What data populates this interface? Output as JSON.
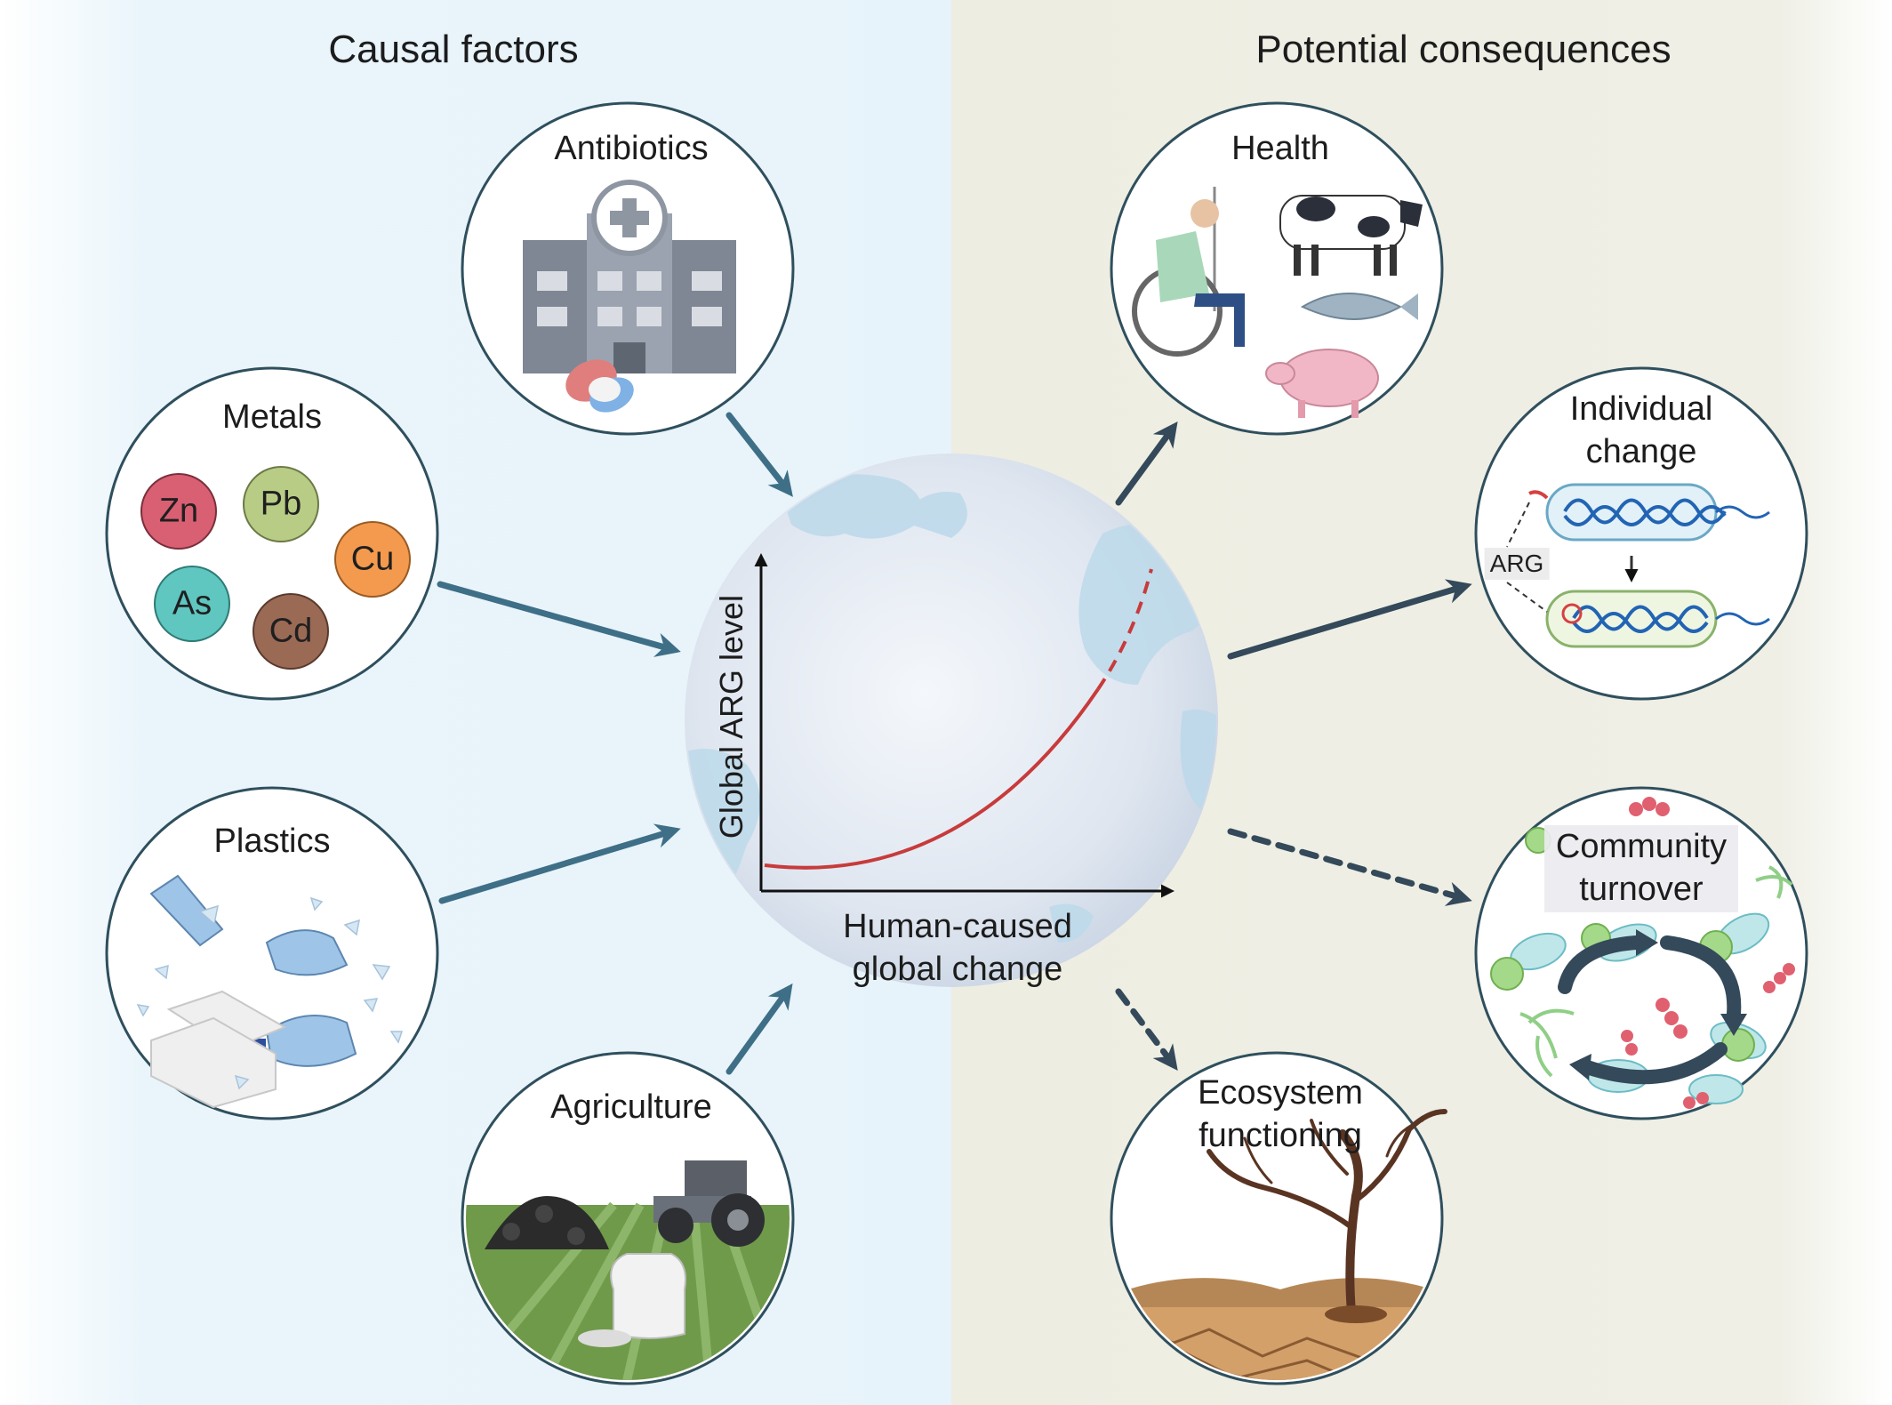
{
  "headers": {
    "left": "Causal factors",
    "right": "Potential consequences"
  },
  "causes": {
    "antibiotics": "Antibiotics",
    "metals": "Metals",
    "plastics": "Plastics",
    "agriculture": "Agriculture"
  },
  "metal_symbols": {
    "zn": "Zn",
    "pb": "Pb",
    "cu": "Cu",
    "as": "As",
    "cd": "Cd"
  },
  "consequences": {
    "health": "Health",
    "individual": [
      "Individual",
      "change"
    ],
    "community": [
      "Community",
      "turnover"
    ],
    "ecosystem": [
      "Ecosystem",
      "functioning"
    ]
  },
  "arg_label": "ARG",
  "globe_chart": {
    "y_label": "Global ARG level",
    "x_label": [
      "Human-caused",
      "global change"
    ]
  },
  "colors": {
    "left_bg": "#e8f4fb",
    "right_bg": "#eeeee4",
    "arrow": "#3e6f87",
    "arrow_dark": "#34495a",
    "curve": "#c73b3b",
    "zn": "#d95f73",
    "pb": "#b8cc86",
    "cu": "#f39a4e",
    "as": "#5fc6c0",
    "cd": "#9a6a55"
  }
}
